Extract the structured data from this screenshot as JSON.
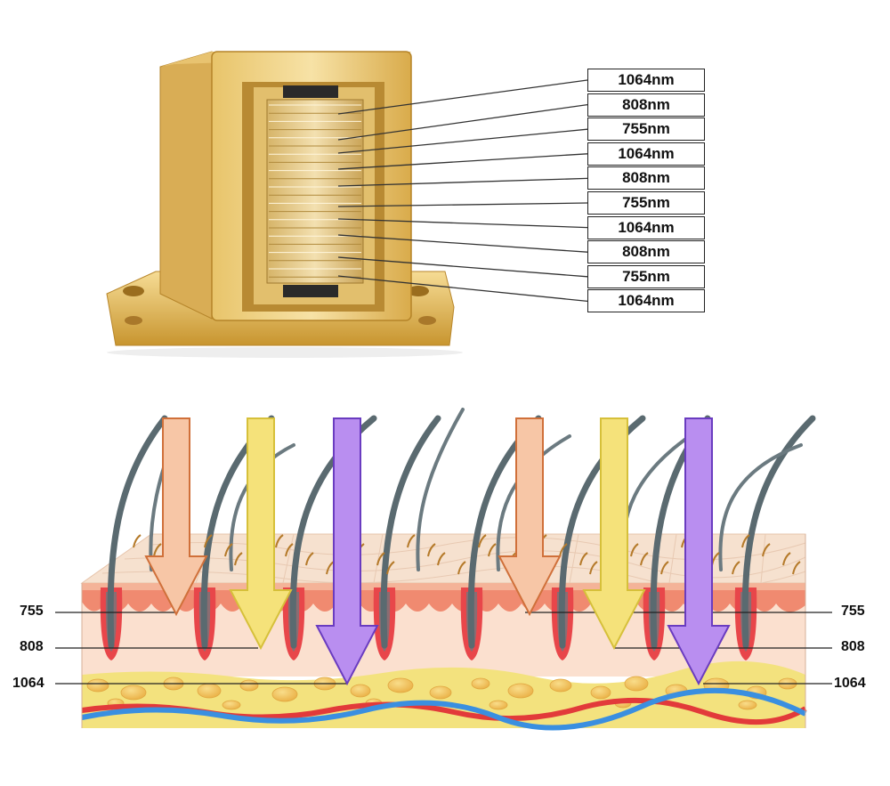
{
  "device_labels": [
    "1064nm",
    "808nm",
    "755nm",
    "1064nm",
    "808nm",
    "755nm",
    "1064nm",
    "808nm",
    "755nm",
    "1064nm"
  ],
  "depth_labels_left": [
    "755",
    "808",
    "1064"
  ],
  "depth_labels_right": [
    "755",
    "808",
    "1064"
  ],
  "colors": {
    "gold_light": "#f2d58a",
    "gold_dark": "#c99a3a",
    "arrow_755": "#f7c6a6",
    "arrow_808": "#f5e27a",
    "arrow_1064": "#b98ef0",
    "epidermis": "#f6d8c4",
    "dermis": "#fbe3d4",
    "fat": "#f2e37c",
    "hair": "#5a6a70"
  }
}
